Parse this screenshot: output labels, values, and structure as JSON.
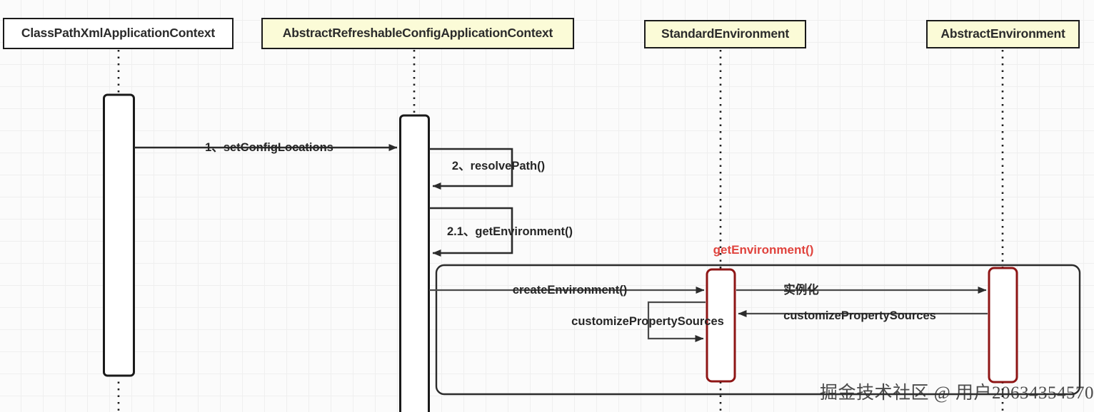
{
  "diagram": {
    "type": "uml-sequence-diagram",
    "title_visible": false,
    "background": "#fbfbfb",
    "grid_color": "#efefef"
  },
  "participants": [
    {
      "id": "classpathxmlapplicationcontext",
      "label": "ClassPathXmlApplicationContext",
      "fill": "#ffffff",
      "border": "#1a1a1a"
    },
    {
      "id": "abstractrefreshableconfigapplicationcontext",
      "label": "AbstractRefreshableConfigApplicationContext",
      "fill": "#fbfbd7",
      "border": "#1a1a1a"
    },
    {
      "id": "standardenvironment",
      "label": "StandardEnvironment",
      "fill": "#fbfbd7",
      "border": "#1a1a1a"
    },
    {
      "id": "abstractenvironment",
      "label": "AbstractEnvironment",
      "fill": "#fbfbd7",
      "border": "#1a1a1a"
    }
  ],
  "messages": [
    {
      "id": "m1",
      "label": "1、setConfigLocations",
      "from": "classpathxmlapplicationcontext",
      "to": "abstractrefreshableconfigapplicationcontext",
      "kind": "call",
      "color": "#262626"
    },
    {
      "id": "m2",
      "label": "2、resolvePath()",
      "from": "abstractrefreshableconfigapplicationcontext",
      "to": "abstractrefreshableconfigapplicationcontext",
      "kind": "self-call",
      "color": "#262626"
    },
    {
      "id": "m3",
      "label": "2.1、getEnvironment()",
      "from": "abstractrefreshableconfigapplicationcontext",
      "to": "abstractrefreshableconfigapplicationcontext",
      "kind": "self-call",
      "color": "#262626"
    },
    {
      "id": "m4",
      "label": "createEnvironment()",
      "from": "abstractrefreshableconfigapplicationcontext",
      "to": "standardenvironment",
      "kind": "call",
      "color": "#262626"
    },
    {
      "id": "m5",
      "label": "实例化",
      "from": "standardenvironment",
      "to": "abstractenvironment",
      "kind": "call",
      "color": "#262626"
    },
    {
      "id": "m6",
      "label": "customizePropertySources",
      "from": "abstractenvironment",
      "to": "standardenvironment",
      "kind": "return-call",
      "color": "#262626"
    },
    {
      "id": "m7",
      "label": "customizePropertySources",
      "from": "standardenvironment",
      "to": "standardenvironment",
      "kind": "self-call",
      "color": "#262626"
    }
  ],
  "annotations": [
    {
      "id": "a1",
      "label": "getEnvironment()",
      "color": "#e0433d",
      "kind": "fragment-title"
    }
  ],
  "fragment": {
    "id": "f1",
    "kind": "rounded-frame",
    "border": "#2b2b2b"
  },
  "activations": [
    {
      "id": "act1",
      "participant": "classpathxmlapplicationcontext",
      "border": "#1a1a1a"
    },
    {
      "id": "act2",
      "participant": "abstractrefreshableconfigapplicationcontext",
      "border": "#1a1a1a"
    },
    {
      "id": "act3",
      "participant": "standardenvironment",
      "border": "#8e1515"
    },
    {
      "id": "act4",
      "participant": "abstractenvironment",
      "border": "#8e1515"
    }
  ],
  "watermark": {
    "text": "掘金技术社区 @ 用户20634354570"
  }
}
